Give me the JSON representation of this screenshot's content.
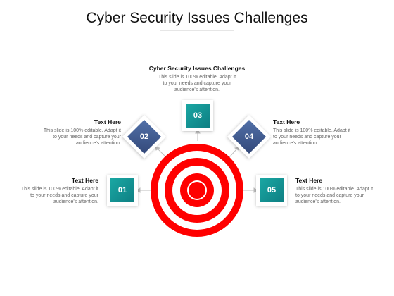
{
  "title": "Cyber Security Issues Challenges",
  "top": {
    "heading": "Cyber Security Issues Challenges",
    "body": [
      "This slide is 100% editable. Adapt it",
      "to your needs and capture your",
      "audience's attention."
    ],
    "number": "03"
  },
  "left_upper": {
    "heading": "Text Here",
    "body": [
      "This slide is 100% editable. Adapt it",
      "to your needs and capture your",
      "audience's attention."
    ],
    "number": "02"
  },
  "left_lower": {
    "heading": "Text Here",
    "body": [
      "This slide is 100% editable. Adapt it",
      "to your needs and capture your",
      "audience's attention."
    ],
    "number": "01"
  },
  "right_upper": {
    "heading": "Text Here",
    "body": [
      "This slide is 100% editable. Adapt it",
      "to your needs and capture your",
      "audience's attention."
    ],
    "number": "04"
  },
  "right_lower": {
    "heading": "Text Here",
    "body": [
      "This slide is 100% editable. Adapt it",
      "to your needs and capture your",
      "audience's attention."
    ],
    "number": "05"
  },
  "colors": {
    "target_red": "#ff0000",
    "teal": "#1aa7a3",
    "navy": "#4561a0"
  }
}
